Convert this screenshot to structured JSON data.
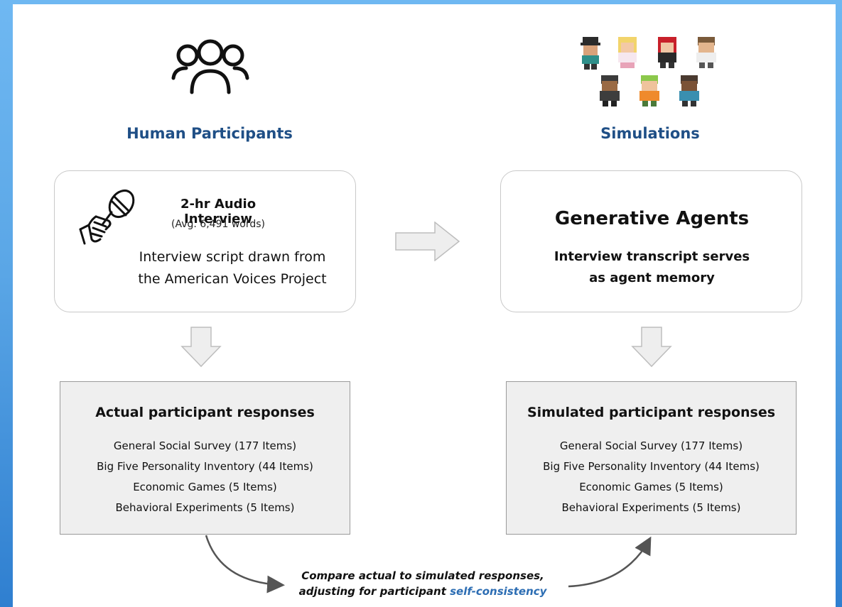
{
  "left": {
    "heading": "Human Participants",
    "interview_title": "2-hr Audio Interview",
    "interview_sub": "(Avg. 6,491 words)",
    "script_line1": "Interview script drawn from",
    "script_line2": "the American Voices Project",
    "responses_title": "Actual participant responses",
    "items": [
      "General Social Survey (177 Items)",
      "Big Five Personality Inventory (44 Items)",
      "Economic Games (5 Items)",
      "Behavioral Experiments (5 Items)"
    ]
  },
  "right": {
    "heading": "Simulations",
    "agents_title": "Generative Agents",
    "memory_line1": "Interview transcript serves",
    "memory_line2": "as agent memory",
    "responses_title": "Simulated participant responses",
    "items": [
      "General Social Survey (177 Items)",
      "Big Five Personality Inventory (44 Items)",
      "Economic Games (5 Items)",
      "Behavioral Experiments (5 Items)"
    ]
  },
  "compare": {
    "line1": "Compare actual to simulated responses,",
    "line2_prefix": "adjusting for participant ",
    "line2_highlight": "self-consistency"
  },
  "icons": [
    "people-group-icon",
    "microphone-hand-icon",
    "pixel-avatar-icon"
  ]
}
